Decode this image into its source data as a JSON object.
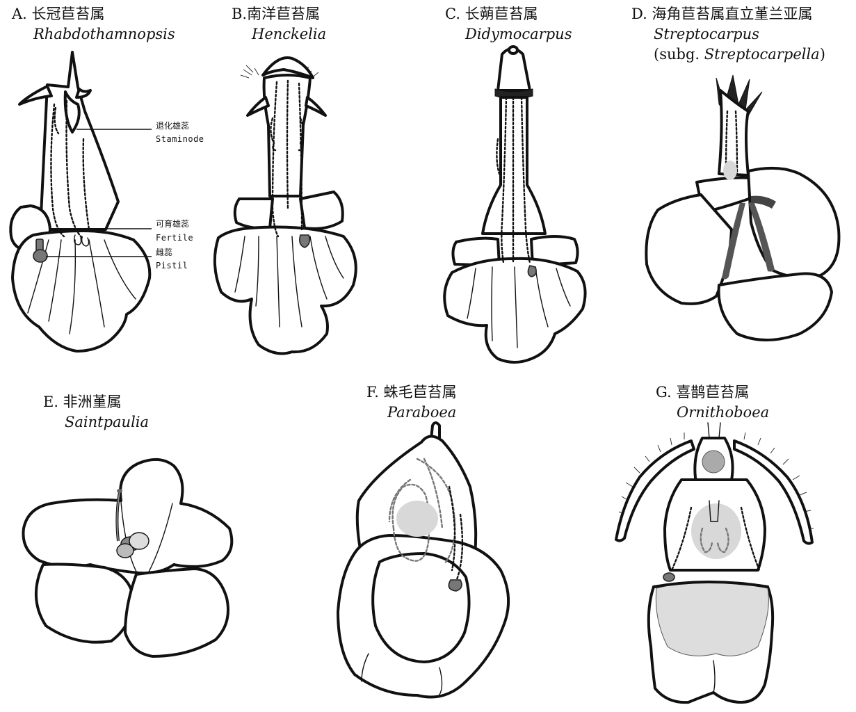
{
  "panels": [
    {
      "id": "A",
      "title": "A. 长冠苣苔属",
      "genus": "Rhabdothamnopsis"
    },
    {
      "id": "B",
      "title": "B.南洋苣苔属",
      "genus": "Henckelia"
    },
    {
      "id": "C",
      "title": "C. 长蒴苣苔属",
      "genus": "Didymocarpus"
    },
    {
      "id": "D",
      "title": "D. 海角苣苔属直立堇兰亚属",
      "genus": "Streptocarpus",
      "subgenus_prefix": "(subg. ",
      "subgenus": "Streptocarpella",
      "subgenus_suffix": ")"
    },
    {
      "id": "E",
      "title": "E. 非洲堇属",
      "genus": "Saintpaulia"
    },
    {
      "id": "F",
      "title": "F. 蛛毛苣苔属",
      "genus": "Paraboea"
    },
    {
      "id": "G",
      "title": "G. 喜鹊苣苔属",
      "genus": "Ornithoboea"
    }
  ],
  "callouts": [
    {
      "cn": "退化雄蕊",
      "en": "Staminode"
    },
    {
      "cn": "可育雄蕊",
      "en": "Fertile"
    },
    {
      "cn": "雌蕊",
      "en": "Pistil"
    }
  ],
  "colors": {
    "outline": "#111111",
    "pistil": "#777777",
    "background": "#ffffff"
  }
}
